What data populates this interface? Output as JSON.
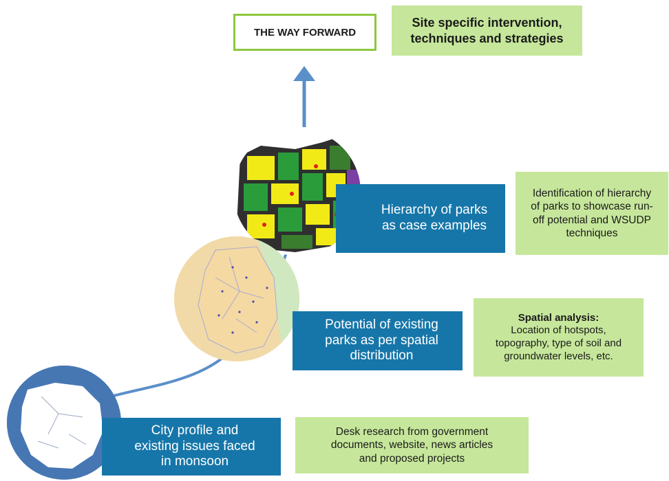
{
  "top": {
    "way_forward": "THE WAY FORWARD",
    "site_specific": "Site specific intervention, techniques and strategies"
  },
  "steps": {
    "hierarchy": {
      "label_line1": "Hierarchy of parks",
      "label_line2": "as case examples",
      "note_line1": "Identification of hierarchy",
      "note_line2": "of parks to showcase run-",
      "note_line3": "off potential and WSUDP",
      "note_line4": "techniques"
    },
    "potential": {
      "label_line1": "Potential of existing",
      "label_line2": "parks as per spatial",
      "label_line3": "distribution",
      "note_title": "Spatial analysis:",
      "note_line1": "Location of hotspots,",
      "note_line2": "topography, type of soil and",
      "note_line3": "groundwater levels, etc."
    },
    "city": {
      "label_line1": "City profile and",
      "label_line2": "existing issues faced",
      "label_line3": "in monsoon",
      "note_line1": "Desk research from government",
      "note_line2": "documents, website, news articles",
      "note_line3": "and proposed projects"
    }
  },
  "colors": {
    "green_box": "#c6e79b",
    "green_border": "#8dc63f",
    "blue_label": "#1676a9",
    "connector": "#5b8fc9"
  }
}
